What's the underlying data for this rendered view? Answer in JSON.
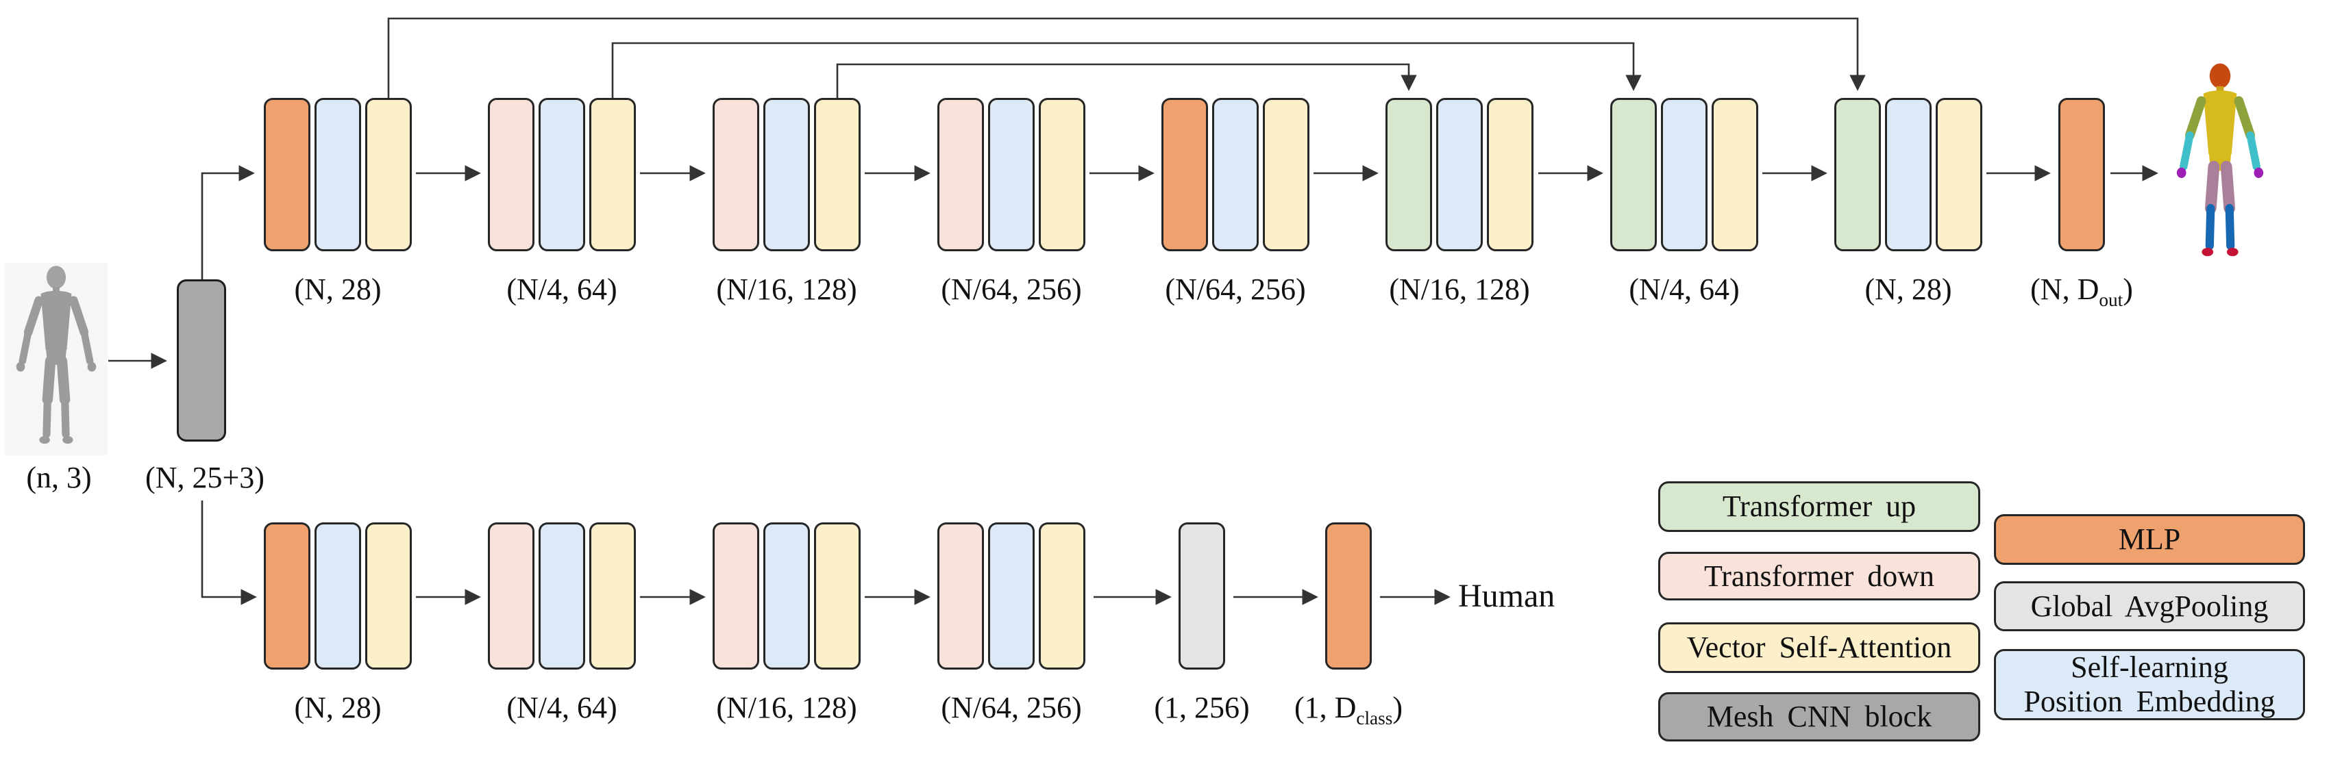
{
  "colors": {
    "mlp": "#F0A26E",
    "transformer_down": "#F8E2D9",
    "transformer_up": "#D8E8CE",
    "vsa": "#FBF0CA",
    "pos_embed": "#DCE9F6",
    "mesh_cnn": "#A8A8A8",
    "avgpool": "#E4E4E2",
    "outline": "#262626",
    "wire": "#333333",
    "text": "#111111"
  },
  "input": {
    "caption": "(n, 3)",
    "mesh_cnn_caption": "(N, 25+3)"
  },
  "seg_row": {
    "groups": [
      {
        "label": "(N, 28)",
        "bars": [
          "mlp",
          "pos_embed",
          "vsa"
        ]
      },
      {
        "label": "(N/4, 64)",
        "bars": [
          "transformer_down",
          "pos_embed",
          "vsa"
        ]
      },
      {
        "label": "(N/16, 128)",
        "bars": [
          "transformer_down",
          "pos_embed",
          "vsa"
        ]
      },
      {
        "label": "(N/64, 256)",
        "bars": [
          "transformer_down",
          "pos_embed",
          "vsa"
        ]
      },
      {
        "label": "(N/64, 256)",
        "bars": [
          "mlp",
          "pos_embed",
          "vsa"
        ]
      },
      {
        "label": "(N/16, 128)",
        "bars": [
          "transformer_up",
          "pos_embed",
          "vsa"
        ]
      },
      {
        "label": "(N/4, 64)",
        "bars": [
          "transformer_up",
          "pos_embed",
          "vsa"
        ]
      },
      {
        "label": "(N, 28)",
        "bars": [
          "transformer_up",
          "pos_embed",
          "vsa"
        ]
      }
    ],
    "out_mlp_label": {
      "pre": "(N, D",
      "sub": "out",
      "post": ")"
    }
  },
  "cls_row": {
    "groups": [
      {
        "label": "(N, 28)",
        "bars": [
          "mlp",
          "pos_embed",
          "vsa"
        ]
      },
      {
        "label": "(N/4, 64)",
        "bars": [
          "transformer_down",
          "pos_embed",
          "vsa"
        ]
      },
      {
        "label": "(N/16, 128)",
        "bars": [
          "transformer_down",
          "pos_embed",
          "vsa"
        ]
      },
      {
        "label": "(N/64, 256)",
        "bars": [
          "transformer_down",
          "pos_embed",
          "vsa"
        ]
      }
    ],
    "pool_label": "(1, 256)",
    "cls_label": {
      "pre": "(1, D",
      "sub": "class",
      "post": ")"
    },
    "output_text": "Human"
  },
  "legend": {
    "transformer_up": "Transformer up",
    "transformer_down": "Transformer down",
    "vsa": "Vector Self-Attention",
    "mesh_cnn": "Mesh CNN block",
    "mlp": "MLP",
    "avgpool": "Global AvgPooling",
    "pos_embed_line1": "Self-learning",
    "pos_embed_line2": "Position Embedding"
  }
}
